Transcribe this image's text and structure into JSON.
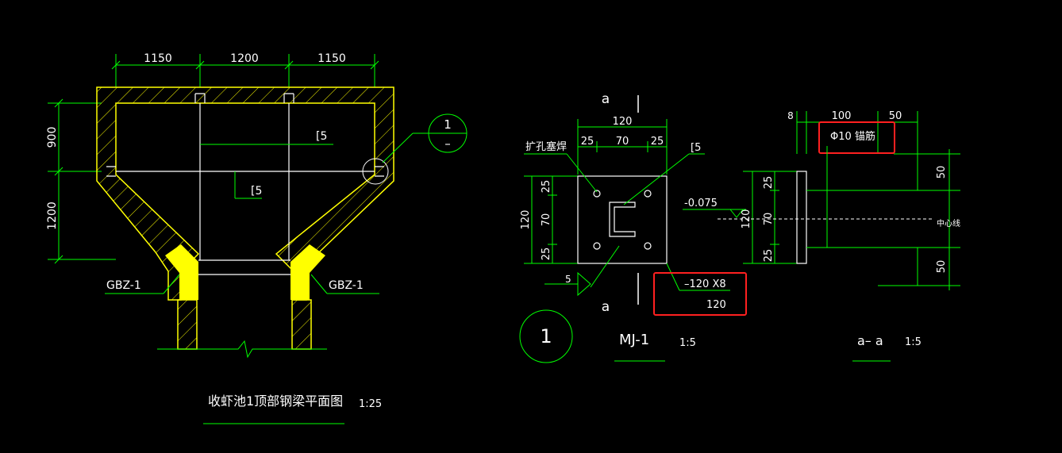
{
  "colors": {
    "background": "#000000",
    "dimension": "#00ff00",
    "wall": "#ffff00",
    "wall_fill": "#ffff00",
    "steel": "#ffffff",
    "text": "#ffffff",
    "highlight_box": "#ff2020",
    "gbz_fill": "#ffff00"
  },
  "plan": {
    "dims_top": [
      "1150",
      "1200",
      "1150"
    ],
    "dims_left": [
      "900",
      "1200"
    ],
    "beam_labels": [
      "[5",
      "[5"
    ],
    "gbz_left": "GBZ-1",
    "gbz_right": "GBZ-1",
    "detail_mark_top": "1",
    "detail_mark_bottom": "–",
    "title": "收虾池1顶部钢梁平面图",
    "scale": "1:25"
  },
  "mj1": {
    "section_mark_top": "a",
    "section_mark_bottom": "a",
    "dim_top_total": "120",
    "dims_top": [
      "25",
      "70",
      "25"
    ],
    "dim_left_total": "120",
    "dims_left": [
      "25",
      "70",
      "25"
    ],
    "label_plug_weld": "扩孔塞焊",
    "label_channel": "[5",
    "weld_size": "5",
    "plate_line1": "–120 X8",
    "plate_line2": "120",
    "elevation": "-0.075",
    "detail_number": "1",
    "title": "MJ-1",
    "scale": "1:5"
  },
  "section_aa": {
    "dim_left": "8",
    "dims_top": [
      "100",
      "50"
    ],
    "anchor_label": "Φ10 锚筋",
    "dims_left": [
      "25",
      "70",
      "25"
    ],
    "dim_left_total": "120",
    "dims_right": [
      "50",
      "50"
    ],
    "centerline_label": "中心线",
    "title": "a– a",
    "scale": "1:5"
  }
}
